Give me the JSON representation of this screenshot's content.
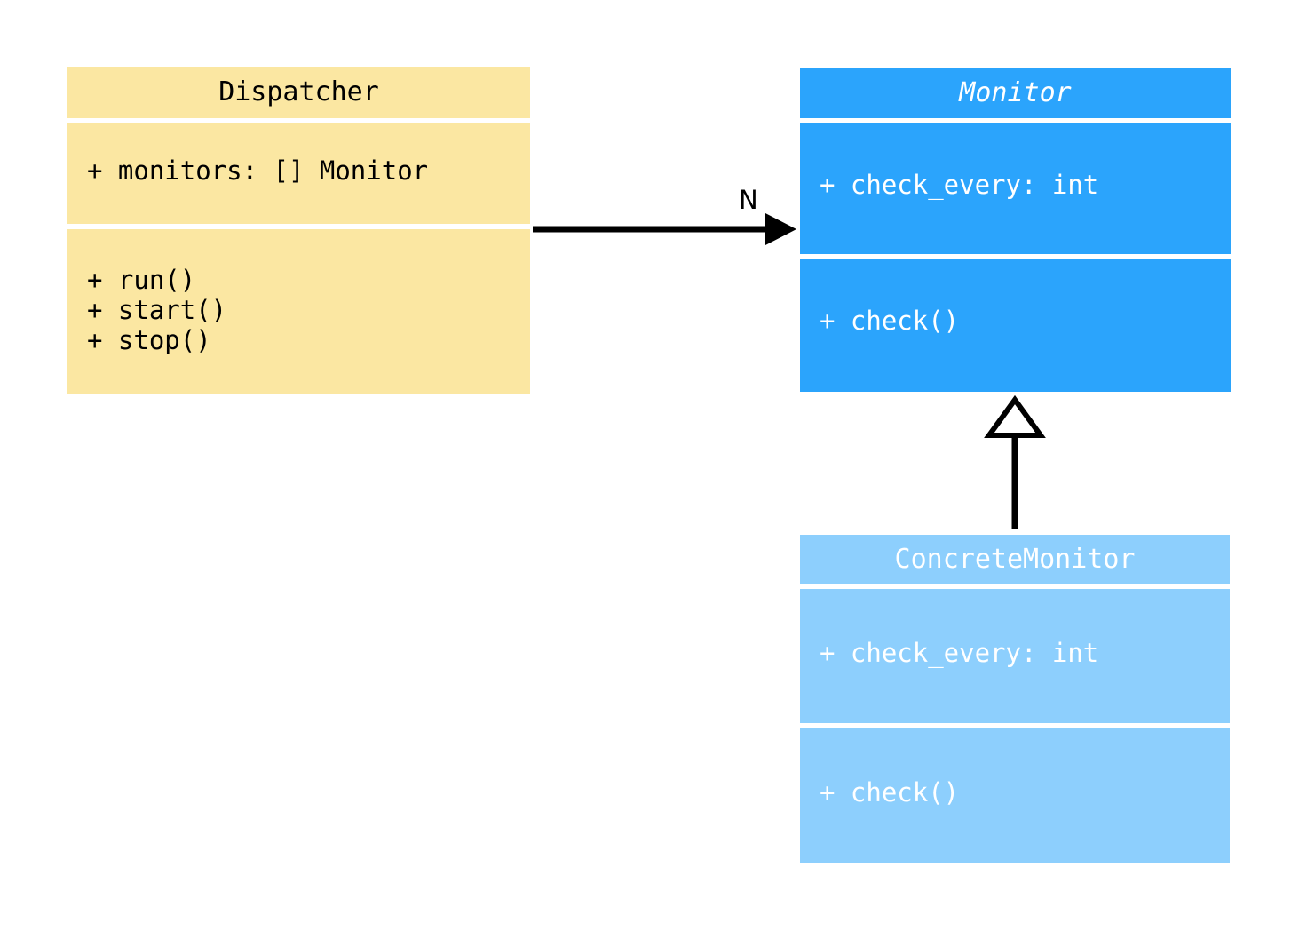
{
  "diagram": {
    "type": "uml-class-diagram",
    "background_color": "#ffffff",
    "classes": [
      {
        "id": "dispatcher",
        "name": "Dispatcher",
        "abstract": false,
        "fill_color": "#fbe7a2",
        "text_color": "#000000",
        "attributes": [
          "+ monitors: [] Monitor"
        ],
        "methods": [
          "+ run()",
          "+ start()",
          "+ stop()"
        ]
      },
      {
        "id": "monitor",
        "name": "Monitor",
        "abstract": true,
        "fill_color": "#2ba4fc",
        "text_color": "#ffffff",
        "attributes": [
          "+ check_every: int"
        ],
        "methods": [
          "+ check()"
        ]
      },
      {
        "id": "concrete_monitor",
        "name": "ConcreteMonitor",
        "abstract": false,
        "fill_color": "#8dcffd",
        "text_color": "#ffffff",
        "attributes": [
          "+ check_every: int"
        ],
        "methods": [
          "+ check()"
        ]
      }
    ],
    "relationships": [
      {
        "id": "dispatcher-to-monitor",
        "kind": "association",
        "from": "Dispatcher",
        "to": "Monitor",
        "arrowhead": "filled",
        "multiplicity_label": "N",
        "line_color": "#000000"
      },
      {
        "id": "concrete-to-monitor",
        "kind": "generalization",
        "from": "ConcreteMonitor",
        "to": "Monitor",
        "arrowhead": "hollow-triangle",
        "multiplicity_label": "",
        "line_color": "#000000"
      }
    ]
  },
  "labels": {
    "dispatcher_title": "Dispatcher",
    "dispatcher_attr_0": "+ monitors: [] Monitor",
    "dispatcher_methods": "+ run()\n+ start()\n+ stop()",
    "monitor_title": "Monitor",
    "monitor_attr_0": "+ check_every: int",
    "monitor_method_0": "+ check()",
    "concrete_title": "ConcreteMonitor",
    "concrete_attr_0": "+ check_every: int",
    "concrete_method_0": "+ check()",
    "association_multiplicity": "N"
  }
}
